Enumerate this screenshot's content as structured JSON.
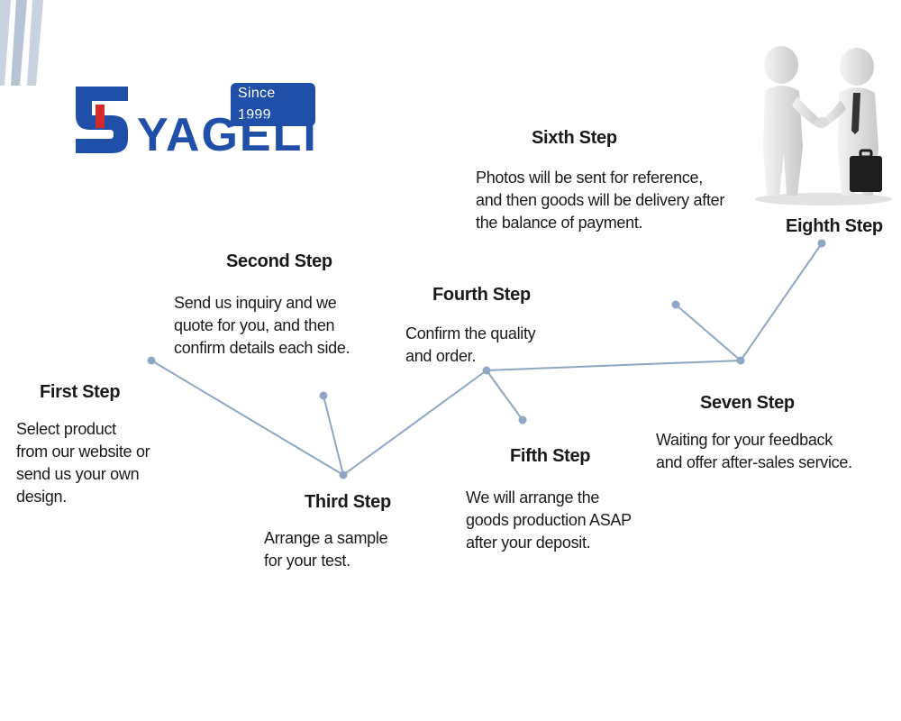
{
  "logo": {
    "badge": "Since 1999",
    "wordmark": "YAGELI",
    "brand_color": "#1f4fa8",
    "accent_color": "#d42a2a"
  },
  "illustration": {
    "icon": "handshake-icon"
  },
  "steps": [
    {
      "title": "First Step",
      "desc": "  Select product\nfrom our website or\nsend us your own\ndesign."
    },
    {
      "title": "Second Step",
      "desc": "  Send us inquiry and  we\nquote for you, and then\nconfirm details each side."
    },
    {
      "title": "Third Step",
      "desc": "  Arrange a sample\nfor your test."
    },
    {
      "title": "Fourth Step",
      "desc": "  Confirm the quality\nand order."
    },
    {
      "title": "Fifth Step",
      "desc": "  We will arrange the\ngoods production ASAP\nafter your deposit."
    },
    {
      "title": "Sixth Step",
      "desc": "  Photos will be sent for reference,\nand then goods will be delivery after\nthe balance of payment."
    },
    {
      "title": "Seven Step",
      "desc": "  Waiting for your feedback\nand offer after-sales service."
    },
    {
      "title": "Eighth Step",
      "desc": ""
    }
  ],
  "connector_color": "#8fa7c4"
}
